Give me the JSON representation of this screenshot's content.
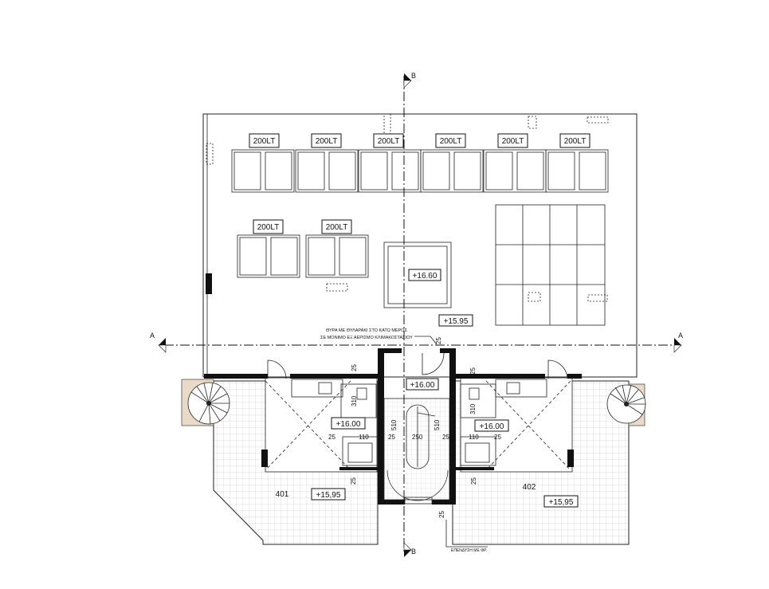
{
  "tank_label": "200LT",
  "section_markers": {
    "a": "A",
    "b": "B"
  },
  "levels": {
    "roof_top": "+16.60",
    "roof": "+15.95",
    "stair_core": "+16.00",
    "apt_left_stair": "+16.00",
    "apt_right_stair": "+16.00",
    "terrace_left": "+15,95",
    "terrace_right": "+15,95"
  },
  "units": {
    "left": "401",
    "right": "402"
  },
  "notes": {
    "door_line1": "ΘΥΡΑ ΜΕ ΘΥΛΑΡΑΚΙ ΣΤΟ ΚΑΤΩ ΜΕΡΟΣ",
    "door_line2": "ΣΕ ΜΟΝΙΜΟ ΕΞ ΑΕΡΙΣΜΟ ΚΛΙΜΑΚΟΣΤΑΣΙΟΥ",
    "covering": "ΕΠΕΝΔΥΣΗ ΜΕ ΦΡ."
  },
  "dims": {
    "d25": "25",
    "d310": "310",
    "d110": "110",
    "d510": "510",
    "d250": "250"
  }
}
